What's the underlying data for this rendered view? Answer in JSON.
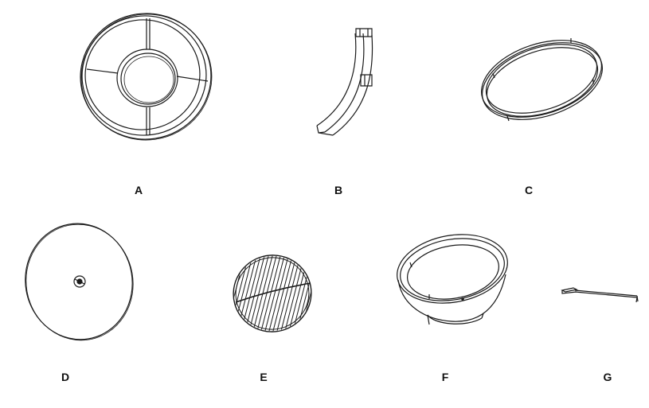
{
  "parts": [
    {
      "id": "A",
      "label": "A",
      "icon": "fire-pit-ring-top-icon"
    },
    {
      "id": "B",
      "label": "B",
      "icon": "curved-leg-icon"
    },
    {
      "id": "C",
      "label": "C",
      "icon": "support-ring-icon"
    },
    {
      "id": "D",
      "label": "D",
      "icon": "lid-icon"
    },
    {
      "id": "E",
      "label": "E",
      "icon": "cooking-grate-icon"
    },
    {
      "id": "F",
      "label": "F",
      "icon": "fire-bowl-icon"
    },
    {
      "id": "G",
      "label": "G",
      "icon": "poker-tool-icon"
    }
  ],
  "colors": {
    "line": "#1a1a1a",
    "background": "#ffffff"
  }
}
